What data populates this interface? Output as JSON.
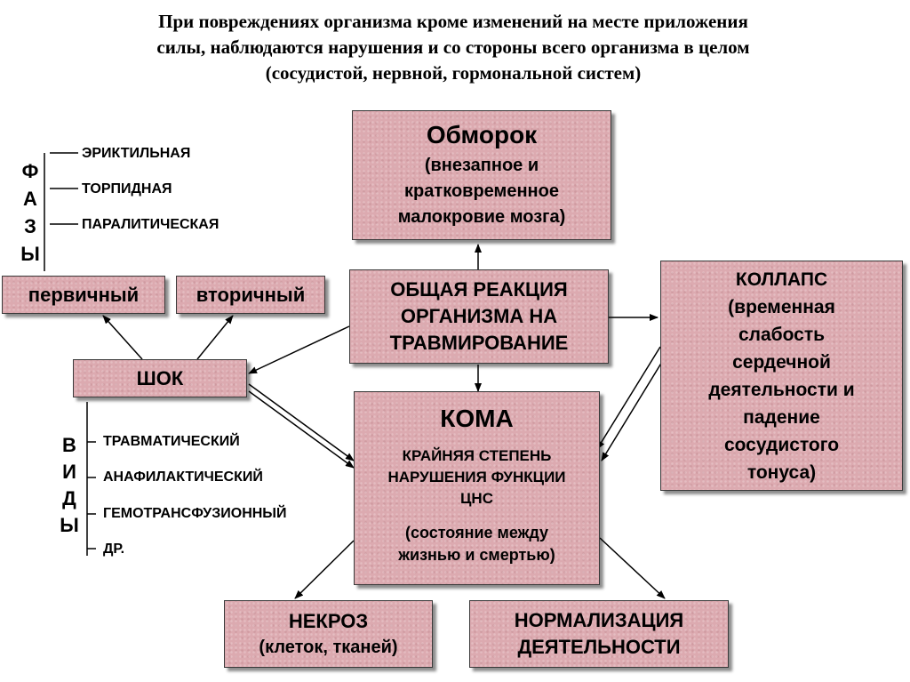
{
  "title": {
    "line1": "При повреждениях организма кроме изменений на месте приложения",
    "line2": "силы, наблюдаются нарушения и со стороны всего организма в целом",
    "line3": "(сосудистой, нервной, гормональной систем)"
  },
  "obmorok": {
    "heading": "Обморок",
    "line1": "(внезапное и",
    "line2": "кратковременное",
    "line3": "малокровие мозга)"
  },
  "phases": {
    "letters": [
      "Ф",
      "А",
      "З",
      "Ы"
    ],
    "items": [
      "ЭРИКТИЛЬНАЯ",
      "ТОРПИДНАЯ",
      "ПАРАЛИТИЧЕСКАЯ"
    ]
  },
  "primary": "первичный",
  "secondary": "вторичный",
  "general_reaction": {
    "line1": "ОБЩАЯ РЕАКЦИЯ",
    "line2": "ОРГАНИЗМА НА",
    "line3": "ТРАВМИРОВАНИЕ"
  },
  "collapse": {
    "heading": "КОЛЛАПС",
    "line1": "(временная",
    "line2": "слабость",
    "line3": "сердечной",
    "line4": "деятельности и",
    "line5": "падение",
    "line6": "сосудистого",
    "line7": "тонуса)"
  },
  "shock": "ШОК",
  "types": {
    "letters": [
      "В",
      "И",
      "Д",
      "Ы"
    ],
    "items": [
      "ТРАВМАТИЧЕСКИЙ",
      "АНАФИЛАКТИЧЕСКИЙ",
      "ГЕМОТРАНСФУЗИОННЫЙ",
      "ДР."
    ]
  },
  "coma": {
    "heading": "КОМА",
    "line1": "КРАЙНЯЯ СТЕПЕНЬ",
    "line2": "НАРУШЕНИЯ ФУНКЦИИ",
    "line3": "ЦНС",
    "line4": "(состояние между",
    "line5": "жизнью и смертью)"
  },
  "necrosis": {
    "line1": "НЕКРОЗ",
    "line2": "(клеток, тканей)"
  },
  "normalization": {
    "line1": "НОРМАЛИЗАЦИЯ",
    "line2": "ДЕЯТЕЛЬНОСТИ"
  }
}
